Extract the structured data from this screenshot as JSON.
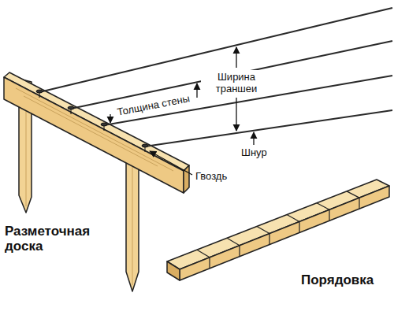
{
  "diagram": {
    "labels": [
      "Ширина траншеи",
      "Толщина стены",
      "Гвоздь",
      "Шнур",
      "Разметочная доска",
      "Порядовка"
    ]
  }
}
